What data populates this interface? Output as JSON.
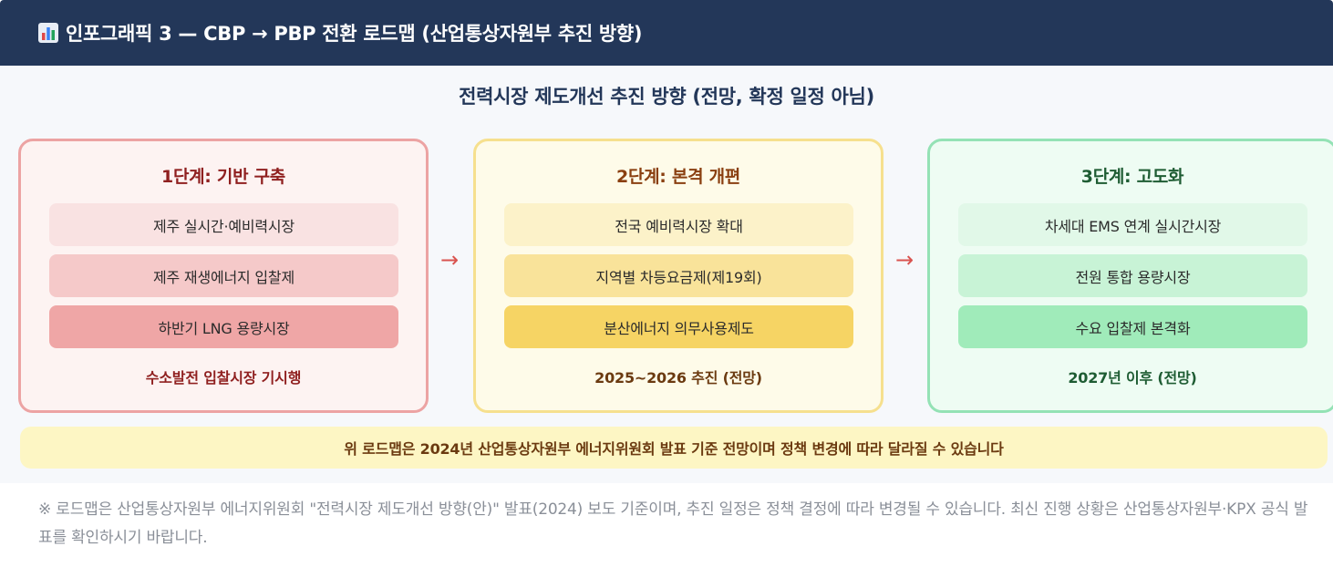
{
  "header": {
    "icon": "bar-chart-icon",
    "title": "인포그래픽 3 — CBP → PBP 전환 로드맵 (산업통상자원부 추진 방향)"
  },
  "main": {
    "title": "전력시장 제도개선 추진 방향 (전망, 확정 일정 아님)",
    "stages": [
      {
        "title": "1단계: 기반 구축",
        "items": [
          "제주 실시간·예비력시장",
          "제주 재생에너지 입찰제",
          "하반기 LNG 용량시장"
        ],
        "note": "수소발전 입찰시장 기시행"
      },
      {
        "title": "2단계: 본격 개편",
        "items": [
          "전국 예비력시장 확대",
          "지역별 차등요금제(제19회)",
          "분산에너지 의무사용제도"
        ],
        "note": "2025~2026 추진 (전망)"
      },
      {
        "title": "3단계: 고도화",
        "items": [
          "차세대 EMS 연계 실시간시장",
          "전원 통합 용량시장",
          "수요 입찰제 본격화"
        ],
        "note": "2027년 이후 (전망)"
      }
    ],
    "arrow": "→",
    "notice": "위 로드맵은 2024년 산업통상자원부 에너지위원회 발표 기준 전망이며 정책 변경에 따라 달라질 수 있습니다"
  },
  "footnote": "※ 로드맵은 산업통상자원부 에너지위원회 \"전력시장 제도개선 방향(안)\" 발표(2024) 보도 기준이며, 추진 일정은 정책 결정에 따라 변경될 수 있습니다. 최신 진행 상황은 산업통상자원부·KPX 공식 발표를 확인하시기 바랍니다.",
  "colors": {
    "header_bg": "#233759",
    "stage1_border": "#eca3a3",
    "stage2_border": "#f6e08e",
    "stage3_border": "#94e2b5",
    "arrow": "#d9534f"
  }
}
